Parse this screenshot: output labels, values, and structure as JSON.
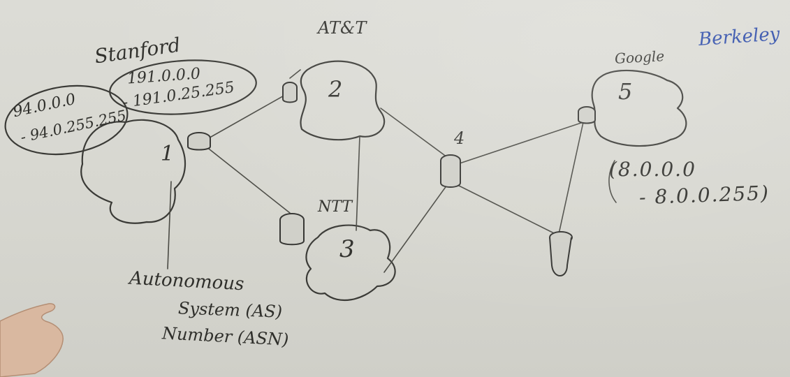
{
  "labels": {
    "stanford": "Stanford",
    "stanford_range_start": "191.0.0.0",
    "stanford_range_end": "- 191.0.25.255",
    "as1_range_start": "94.0.0.0",
    "as1_range_end": "- 94.0.255.255",
    "att": "AT&T",
    "ntt": "NTT",
    "google": "Google",
    "berkeley": "Berkeley",
    "google_range_start": "(8.0.0.0",
    "google_range_end": "- 8.0.0.255)",
    "as_note_line1": "Autonomous",
    "as_note_line2": "System (AS)",
    "as_note_line3": "Number (ASN)"
  },
  "as_numbers": {
    "as1": "1",
    "as2": "2",
    "as3": "3",
    "as4": "4",
    "as5": "5"
  },
  "colors": {
    "ink": "#3a3a36",
    "marker_blue": "#2b4aa8",
    "board": "#d8d8d1"
  }
}
